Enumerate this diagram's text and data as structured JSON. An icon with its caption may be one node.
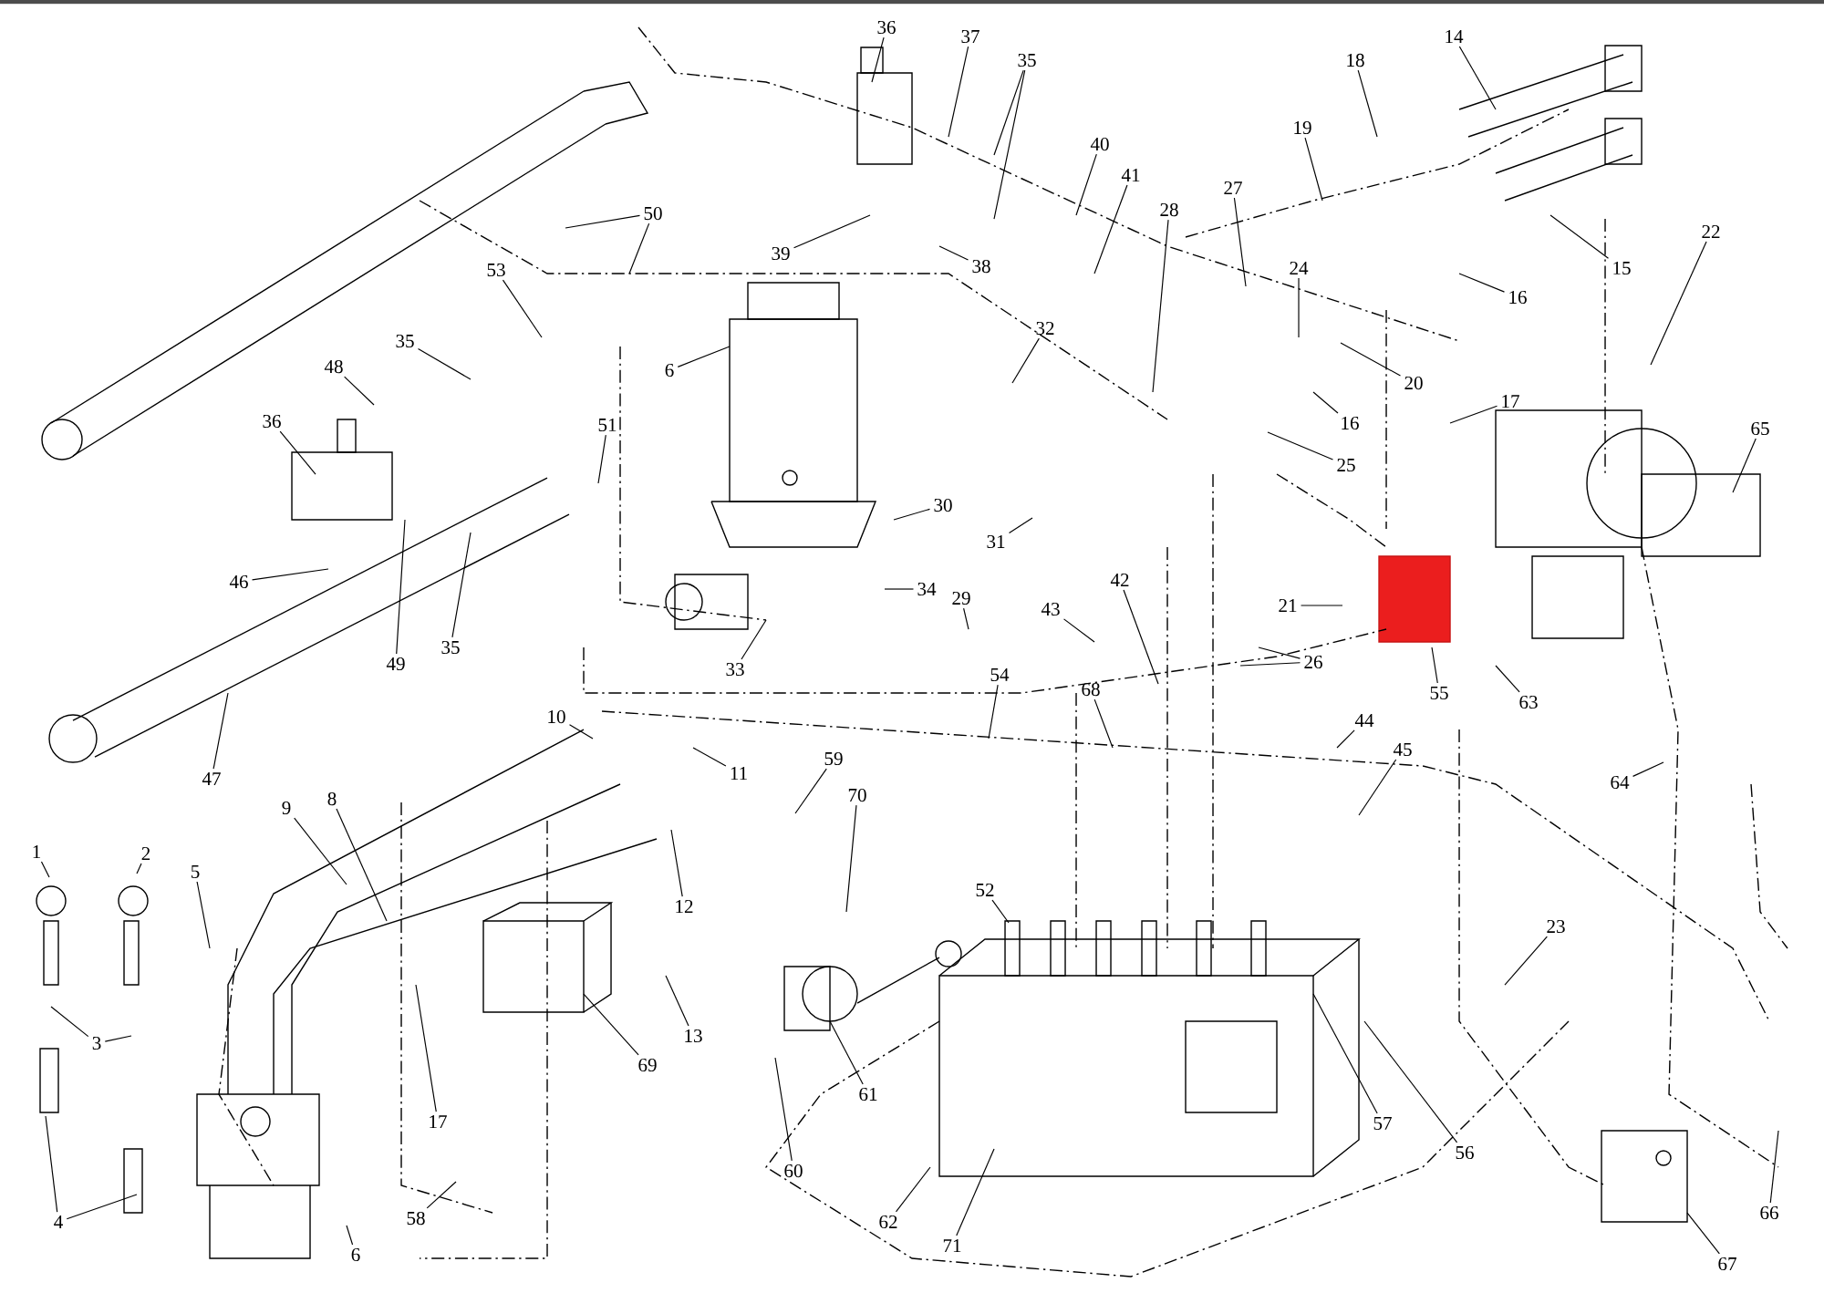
{
  "diagram": {
    "nodes": [
      {
        "text": [
          "36"
        ]
      },
      {
        "text": [
          "37"
        ]
      },
      {
        "text": [
          "35"
        ]
      },
      {
        "text": [
          "14"
        ]
      },
      {
        "text": [
          "18"
        ]
      },
      {
        "text": [
          "19"
        ]
      },
      {
        "text": [
          "40"
        ]
      },
      {
        "text": [
          "41"
        ]
      },
      {
        "text": [
          "27"
        ]
      },
      {
        "text": [
          "28"
        ]
      },
      {
        "text": [
          "50"
        ]
      },
      {
        "text": [
          "22"
        ]
      },
      {
        "text": [
          "39"
        ]
      },
      {
        "text": [
          "38"
        ]
      },
      {
        "text": [
          "24"
        ]
      },
      {
        "text": [
          "53"
        ]
      },
      {
        "text": [
          "15"
        ]
      },
      {
        "text": [
          "16"
        ]
      },
      {
        "text": [
          "32"
        ]
      },
      {
        "text": [
          "35"
        ]
      },
      {
        "text": [
          "48"
        ]
      },
      {
        "text": [
          "6"
        ]
      },
      {
        "text": [
          "20"
        ]
      },
      {
        "text": [
          "17"
        ]
      },
      {
        "text": [
          "36"
        ]
      },
      {
        "text": [
          "16"
        ]
      },
      {
        "text": [
          "51"
        ]
      },
      {
        "text": [
          "65"
        ]
      },
      {
        "text": [
          "25"
        ]
      },
      {
        "text": [
          "30"
        ]
      },
      {
        "text": [
          "31"
        ]
      },
      {
        "text": [
          "46"
        ]
      },
      {
        "text": [
          "34"
        ]
      },
      {
        "text": [
          "29"
        ]
      },
      {
        "text": [
          "21"
        ]
      },
      {
        "text": [
          "42"
        ]
      },
      {
        "text": [
          "43"
        ]
      },
      {
        "text": [
          "54"
        ]
      },
      {
        "text": [
          "35"
        ]
      },
      {
        "text": [
          "49"
        ]
      },
      {
        "text": [
          "33"
        ]
      },
      {
        "text": [
          "26"
        ]
      },
      {
        "text": [
          "55"
        ]
      },
      {
        "text": [
          "68"
        ]
      },
      {
        "text": [
          "63"
        ]
      },
      {
        "text": [
          "10"
        ]
      },
      {
        "text": [
          "44"
        ]
      },
      {
        "text": [
          "45"
        ]
      },
      {
        "text": [
          "59"
        ]
      },
      {
        "text": [
          "11"
        ]
      },
      {
        "text": [
          "47"
        ]
      },
      {
        "text": [
          "64"
        ]
      },
      {
        "text": [
          "8"
        ]
      },
      {
        "text": [
          "70"
        ]
      },
      {
        "text": [
          "9"
        ]
      },
      {
        "text": [
          "1"
        ]
      },
      {
        "text": [
          "2"
        ]
      },
      {
        "text": [
          "5"
        ]
      },
      {
        "text": [
          "52"
        ]
      },
      {
        "text": [
          "12"
        ]
      },
      {
        "text": [
          "23"
        ]
      },
      {
        "text": [
          "13"
        ]
      },
      {
        "text": [
          "3"
        ]
      },
      {
        "text": [
          "69"
        ]
      },
      {
        "text": [
          "61"
        ]
      },
      {
        "text": [
          "17"
        ]
      },
      {
        "text": [
          "57"
        ]
      },
      {
        "text": [
          "56"
        ]
      },
      {
        "text": [
          "60"
        ]
      },
      {
        "text": [
          "58"
        ]
      },
      {
        "text": [
          "4"
        ]
      },
      {
        "text": [
          "62"
        ]
      },
      {
        "text": [
          "66"
        ]
      },
      {
        "text": [
          "71"
        ]
      },
      {
        "text": [
          "6"
        ]
      },
      {
        "text": [
          "67"
        ]
      }
    ],
    "edges": [
      {
        "from": 0,
        "to": null,
        "arrow": "none"
      },
      {
        "from": 1,
        "to": null,
        "arrow": "none"
      },
      {
        "from": 2,
        "to": null,
        "arrow": "none"
      },
      {
        "from": 2,
        "to": null,
        "arrow": "none"
      },
      {
        "from": 3,
        "to": null,
        "arrow": "none"
      },
      {
        "from": 4,
        "to": null,
        "arrow": "none"
      },
      {
        "from": 5,
        "to": null,
        "arrow": "none"
      },
      {
        "from": 6,
        "to": null,
        "arrow": "none"
      },
      {
        "from": 7,
        "to": null,
        "arrow": "none"
      },
      {
        "from": 8,
        "to": null,
        "arrow": "none"
      },
      {
        "from": 9,
        "to": null,
        "arrow": "none"
      },
      {
        "from": 10,
        "to": null,
        "arrow": "none"
      },
      {
        "from": 10,
        "to": null,
        "arrow": "none"
      },
      {
        "from": 11,
        "to": null,
        "arrow": "none"
      },
      {
        "from": 12,
        "to": null,
        "arrow": "none"
      },
      {
        "from": 13,
        "to": null,
        "arrow": "none"
      },
      {
        "from": 14,
        "to": null,
        "arrow": "none"
      },
      {
        "from": 15,
        "to": null,
        "arrow": "none"
      },
      {
        "from": 16,
        "to": null,
        "arrow": "none"
      },
      {
        "from": 17,
        "to": null,
        "arrow": "none"
      },
      {
        "from": 18,
        "to": null,
        "arrow": "none"
      },
      {
        "from": 19,
        "to": null,
        "arrow": "none"
      },
      {
        "from": 20,
        "to": null,
        "arrow": "none"
      },
      {
        "from": 21,
        "to": null,
        "arrow": "none"
      },
      {
        "from": 22,
        "to": null,
        "arrow": "none"
      },
      {
        "from": 23,
        "to": null,
        "arrow": "none"
      },
      {
        "from": 24,
        "to": null,
        "arrow": "none"
      },
      {
        "from": 25,
        "to": null,
        "arrow": "none"
      },
      {
        "from": 26,
        "to": null,
        "arrow": "none"
      },
      {
        "from": 27,
        "to": null,
        "arrow": "none"
      },
      {
        "from": 28,
        "to": null,
        "arrow": "none"
      },
      {
        "from": 29,
        "to": null,
        "arrow": "none"
      },
      {
        "from": 30,
        "to": null,
        "arrow": "none"
      },
      {
        "from": 31,
        "to": null,
        "arrow": "none"
      },
      {
        "from": 32,
        "to": null,
        "arrow": "none"
      },
      {
        "from": 33,
        "to": null,
        "arrow": "none"
      },
      {
        "from": 34,
        "to": null,
        "arrow": "none"
      },
      {
        "from": 35,
        "to": null,
        "arrow": "none"
      },
      {
        "from": 36,
        "to": null,
        "arrow": "none"
      },
      {
        "from": 37,
        "to": null,
        "arrow": "none"
      },
      {
        "from": 38,
        "to": null,
        "arrow": "none"
      },
      {
        "from": 39,
        "to": null,
        "arrow": "none"
      },
      {
        "from": 40,
        "to": null,
        "arrow": "none"
      },
      {
        "from": 41,
        "to": null,
        "arrow": "none"
      },
      {
        "from": 41,
        "to": null,
        "arrow": "none"
      },
      {
        "from": 42,
        "to": null,
        "arrow": "none"
      },
      {
        "from": 43,
        "to": null,
        "arrow": "none"
      },
      {
        "from": 44,
        "to": null,
        "arrow": "none"
      },
      {
        "from": 45,
        "to": null,
        "arrow": "none"
      },
      {
        "from": 46,
        "to": null,
        "arrow": "none"
      },
      {
        "from": 47,
        "to": null,
        "arrow": "none"
      },
      {
        "from": 48,
        "to": null,
        "arrow": "none"
      },
      {
        "from": 49,
        "to": null,
        "arrow": "none"
      },
      {
        "from": 50,
        "to": null,
        "arrow": "none"
      },
      {
        "from": 51,
        "to": null,
        "arrow": "none"
      },
      {
        "from": 52,
        "to": null,
        "arrow": "none"
      },
      {
        "from": 53,
        "to": null,
        "arrow": "none"
      },
      {
        "from": 54,
        "to": null,
        "arrow": "none"
      },
      {
        "from": 55,
        "to": null,
        "arrow": "none"
      },
      {
        "from": 56,
        "to": null,
        "arrow": "none"
      },
      {
        "from": 57,
        "to": null,
        "arrow": "none"
      },
      {
        "from": 58,
        "to": null,
        "arrow": "none"
      },
      {
        "from": 59,
        "to": null,
        "arrow": "none"
      },
      {
        "from": 60,
        "to": null,
        "arrow": "none"
      },
      {
        "from": 61,
        "to": null,
        "arrow": "none"
      },
      {
        "from": 62,
        "to": null,
        "arrow": "none"
      },
      {
        "from": 62,
        "to": null,
        "arrow": "none"
      },
      {
        "from": 63,
        "to": null,
        "arrow": "none"
      },
      {
        "from": 64,
        "to": null,
        "arrow": "none"
      },
      {
        "from": 65,
        "to": null,
        "arrow": "none"
      },
      {
        "from": 66,
        "to": null,
        "arrow": "none"
      },
      {
        "from": 67,
        "to": null,
        "arrow": "none"
      },
      {
        "from": 68,
        "to": null,
        "arrow": "none"
      },
      {
        "from": 69,
        "to": null,
        "arrow": "none"
      },
      {
        "from": 70,
        "to": null,
        "arrow": "none"
      },
      {
        "from": 70,
        "to": null,
        "arrow": "none"
      },
      {
        "from": 71,
        "to": null,
        "arrow": "none"
      },
      {
        "from": 72,
        "to": null,
        "arrow": "none"
      },
      {
        "from": 73,
        "to": null,
        "arrow": "none"
      },
      {
        "from": 74,
        "to": null,
        "arrow": "none"
      },
      {
        "from": 75,
        "to": null,
        "arrow": "none"
      }
    ]
  }
}
